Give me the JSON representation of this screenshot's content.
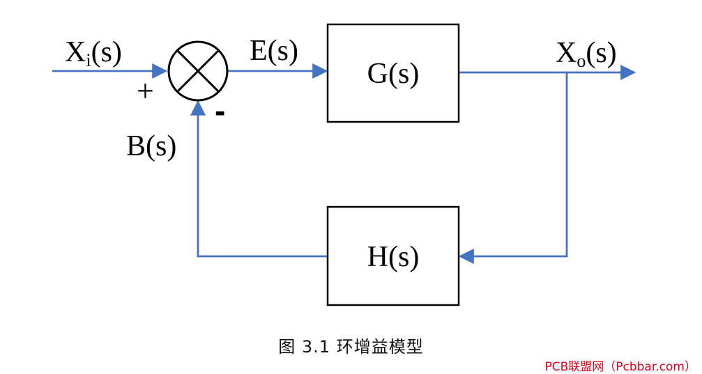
{
  "colors": {
    "signal": "#4472C4",
    "block_stroke": "#000000",
    "watermark": "#E0001B"
  },
  "blocks": {
    "forward": {
      "label": "G(s)"
    },
    "feedback": {
      "label": "H(s)"
    }
  },
  "signals": {
    "input": {
      "main": "X",
      "sub": "i",
      "tail": "(s)"
    },
    "error": {
      "label": "E(s)"
    },
    "output": {
      "main": "X",
      "sub": "o",
      "tail": "(s)"
    },
    "feedback": {
      "label": "B(s)"
    }
  },
  "summing_junction": {
    "plus_sign": "+",
    "minus_sign": "-"
  },
  "caption": "图 3.1    环增益模型",
  "watermark": "PCB联盟网（Pcbbar.com）"
}
